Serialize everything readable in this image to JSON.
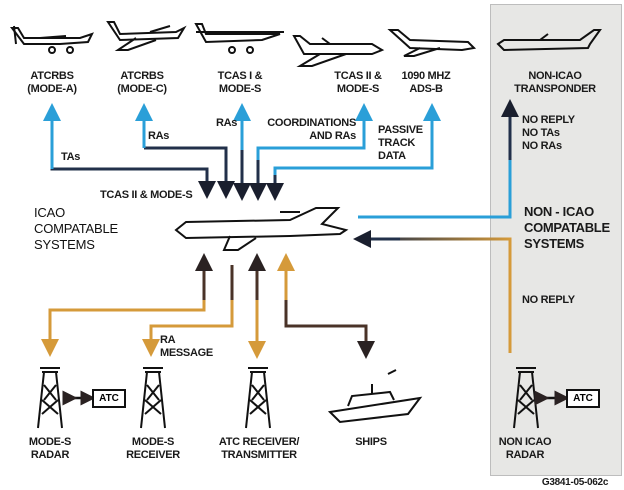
{
  "figure_id": "G3841-05-062c",
  "top_aircraft": [
    {
      "label": "ATCRBS\n(MODE-A)"
    },
    {
      "label": "ATCRBS\n(MODE-C)"
    },
    {
      "label": "TCAS I &\nMODE-S"
    },
    {
      "label": "TCAS II &\nMODE-S"
    },
    {
      "label": "1090 MHZ\nADS-B"
    }
  ],
  "non_icao_transponder": {
    "label": "NON-ICAO\nTRANSPONDER"
  },
  "links_up": [
    {
      "label": "TAs"
    },
    {
      "label": "RAs"
    },
    {
      "label": "RAs"
    },
    {
      "label": "COORDINATIONS\nAND RAs"
    },
    {
      "label": "PASSIVE\nTRACK\nDATA"
    }
  ],
  "center": {
    "tcas_label": "TCAS II & MODE-S",
    "icao_label": "ICAO\nCOMPATABLE\nSYSTEMS"
  },
  "non_icao_panel": {
    "reply_label": "NO REPLY\nNO TAs\nNO RAs",
    "systems_label": "NON - ICAO\nCOMPATABLE\nSYSTEMS",
    "no_reply_label": "NO REPLY",
    "radar_label": "NON ICAO\nRADAR",
    "atc_label": "ATC"
  },
  "ground": [
    {
      "label": "MODE-S\nRADAR"
    },
    {
      "label": "MODE-S\nRECEIVER"
    },
    {
      "label": "ATC RECEIVER/\nTRANSMITTER"
    },
    {
      "label": "SHIPS"
    }
  ],
  "ra_message_label": "RA\nMESSAGE",
  "atc_label": "ATC",
  "colors": {
    "blue": "#2a9fd8",
    "navy": "#22304a",
    "gold": "#d59a3a",
    "brown": "#4a3328",
    "panel": "#e7e7e5"
  }
}
